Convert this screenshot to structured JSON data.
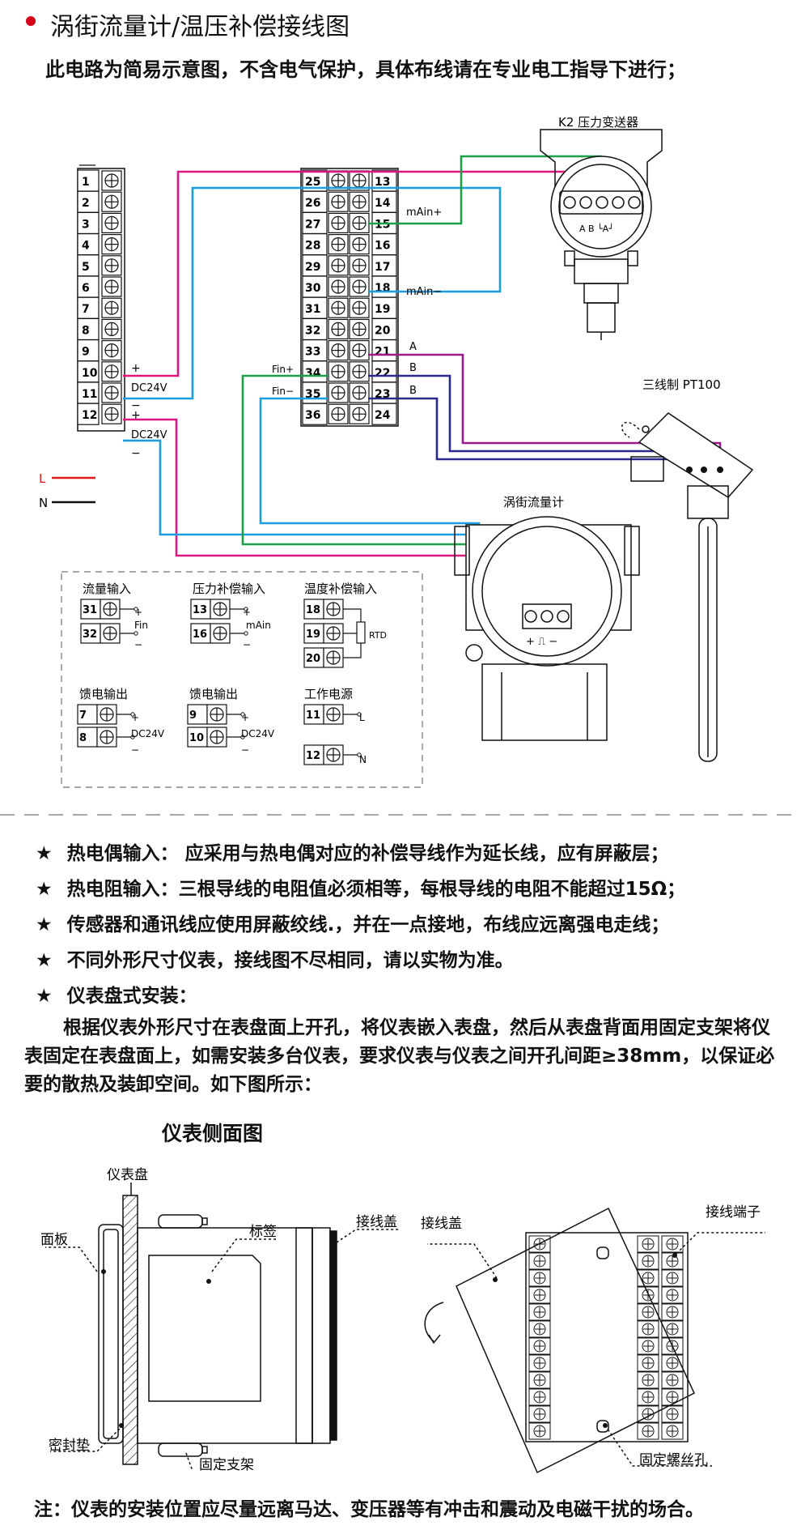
{
  "header": {
    "title": "涡街流量计/温压补偿接线图",
    "subtitle": "此电路为简易示意图，不含电气保护，具体布线请在专业电工指导下进行；"
  },
  "wiring": {
    "left_terminals": [
      "1",
      "2",
      "3",
      "4",
      "5",
      "6",
      "7",
      "8",
      "9",
      "10",
      "11",
      "12"
    ],
    "mid_terminals": [
      "25",
      "26",
      "27",
      "28",
      "29",
      "30",
      "31",
      "32",
      "33",
      "34",
      "35",
      "36"
    ],
    "right_terminals": [
      "13",
      "14",
      "15",
      "16",
      "17",
      "18",
      "19",
      "20",
      "21",
      "22",
      "23",
      "24"
    ],
    "labels": {
      "plus": "+",
      "minus": "−",
      "dc24v": "DC24V",
      "l": "L",
      "n": "N",
      "main_plus": "mAin+",
      "main_minus": "mAin−",
      "fin_plus": "Fin+",
      "fin_minus": "Fin−",
      "a": "A",
      "b": "B"
    },
    "pressure_transmitter": "K2 压力变送器",
    "pt_terminal_letters": "A  B  └A┘",
    "pt100": "三线制 PT100",
    "vortex_meter": "涡街流量计",
    "vortex_terminal_signs": "+ ⎍ −",
    "colors": {
      "pink": "#e0157f",
      "blue": "#1a9ee0",
      "green": "#1aa046",
      "navy": "#2a2a8c",
      "purple": "#9a1a8a",
      "red": "#e01a1a",
      "black": "#111111"
    }
  },
  "legend": {
    "flow_input": "流量输入",
    "pressure_input": "压力补偿输入",
    "temp_input": "温度补偿输入",
    "feed_output_1": "馈电输出",
    "feed_output_2": "馈电输出",
    "power": "工作电源",
    "fin": "Fin",
    "main": "mAin",
    "rtd": "RTD",
    "dc24v": "DC24V",
    "l": "L",
    "n": "N",
    "t31": "31",
    "t32": "32",
    "t13": "13",
    "t16": "16",
    "t18": "18",
    "t19": "19",
    "t20": "20",
    "t7": "7",
    "t8": "8",
    "t9": "9",
    "t10": "10",
    "t11": "11",
    "t12": "12"
  },
  "notes": [
    "热电偶输入：  应采用与热电偶对应的补偿导线作为延长线，应有屏蔽层；",
    "热电阻输入：三根导线的电阻值必须相等，每根导线的电阻不能超过15Ω；",
    "传感器和通讯线应使用屏蔽绞线.，并在一点接地，布线应远离强电走线；",
    "不同外形尺寸仪表，接线图不尽相同，请以实物为准。",
    "仪表盘式安装："
  ],
  "star": "★",
  "install_paragraph": "根据仪表外形尺寸在表盘面上开孔，将仪表嵌入表盘，然后从表盘背面用固定支架将仪表固定在表盘面上，如需安装多台仪表，要求仪表与仪表之间开孔间距≥38mm，以保证必要的散热及装卸空间。如下图所示：",
  "side_view": {
    "title": "仪表侧面图",
    "panel": "仪表盘",
    "face": "面板",
    "label_tag": "标签",
    "terminal_cover_left": "接线盖",
    "gasket": "密封垫",
    "bracket": "固定支架",
    "terminal_cover_right": "接线盖",
    "terminals": "接线端子",
    "screw_hole": "固定螺丝孔"
  },
  "footer": "注：仪表的安装位置应尽量远离马达、变压器等有冲击和震动及电磁干扰的场合。"
}
